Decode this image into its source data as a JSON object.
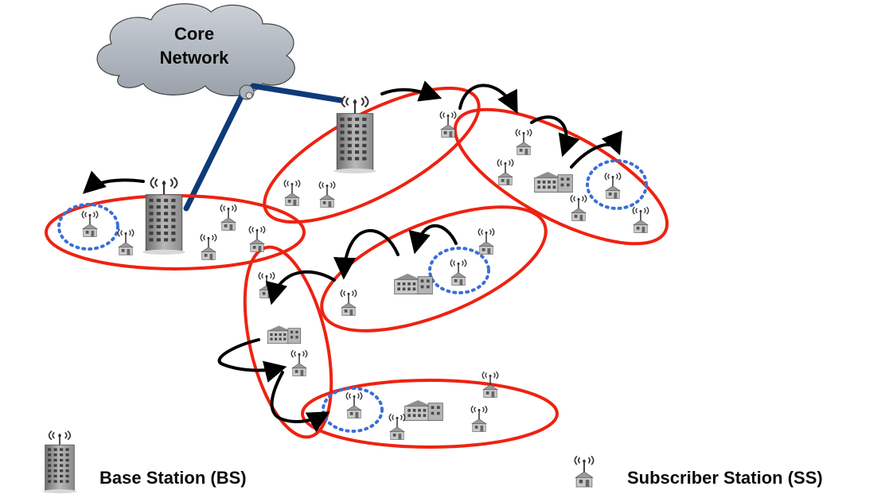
{
  "cloud": {
    "line1": "Core",
    "line2": "Network"
  },
  "legend": {
    "base_station": "Base Station (BS)",
    "subscriber_station": "Subscriber Station (SS)"
  },
  "colors": {
    "cell_outline": "#ee2211",
    "backhaul_link": "#0d3a78",
    "relay_arrow": "#000000",
    "mobile_range": "#3a6fd8",
    "cloud_fill": "#b9bfc8"
  },
  "icons": {
    "base_station": "tower-building-icon",
    "subscriber_station": "house-antenna-icon",
    "relay_station": "building-cluster-icon",
    "router": "router-icon"
  }
}
